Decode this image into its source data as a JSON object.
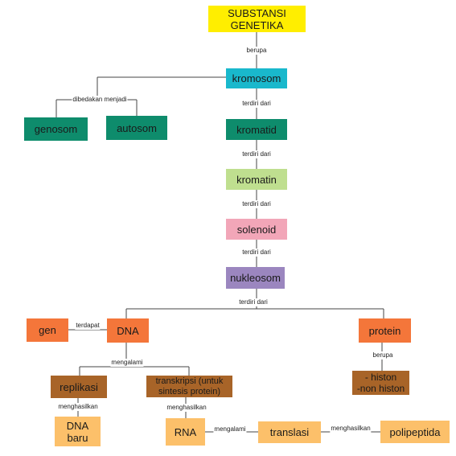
{
  "colors": {
    "yellow": "#ffee00",
    "cyan": "#19b8cc",
    "teal": "#0e8c6c",
    "light_green": "#bfdf8f",
    "pink": "#f2a6b8",
    "purple": "#9b86bf",
    "orange": "#f4763a",
    "brown": "#a86428",
    "light_orange": "#fcc06a",
    "line": "#444444"
  },
  "nodes": {
    "substansi_genetika": "SUBSTANSI\nGENETIKA",
    "kromosom": "kromosom",
    "genosom": "genosom",
    "autosom": "autosom",
    "kromatid": "kromatid",
    "kromatin": "kromatin",
    "solenoid": "solenoid",
    "nukleosom": "nukleosom",
    "gen": "gen",
    "dna": "DNA",
    "protein": "protein",
    "replikasi": "replikasi",
    "transkripsi": "transkripsi (untuk\nsintesis protein)",
    "histon": "- histon\n-non histon",
    "dna_baru": "DNA\nbaru",
    "rna": "RNA",
    "translasi": "translasi",
    "polipeptida": "polipeptida"
  },
  "edges": {
    "berupa_1": "berupa",
    "dibedakan_menjadi": "dibedakan menjadi",
    "terdiri_dari_1": "terdiri dari",
    "terdiri_dari_2": "terdiri dari",
    "terdiri_dari_3": "terdiri dari",
    "terdiri_dari_4": "terdiri dari",
    "terdiri_dari_5": "terdiri dari",
    "terdapat": "terdapat",
    "mengalami_1": "mengalami",
    "berupa_2": "berupa",
    "menghasilkan_1": "menghasilkan",
    "menghasilkan_2": "menghasilkan",
    "mengalami_2": "mengalami",
    "menghasilkan_3": "menghasilkan"
  }
}
